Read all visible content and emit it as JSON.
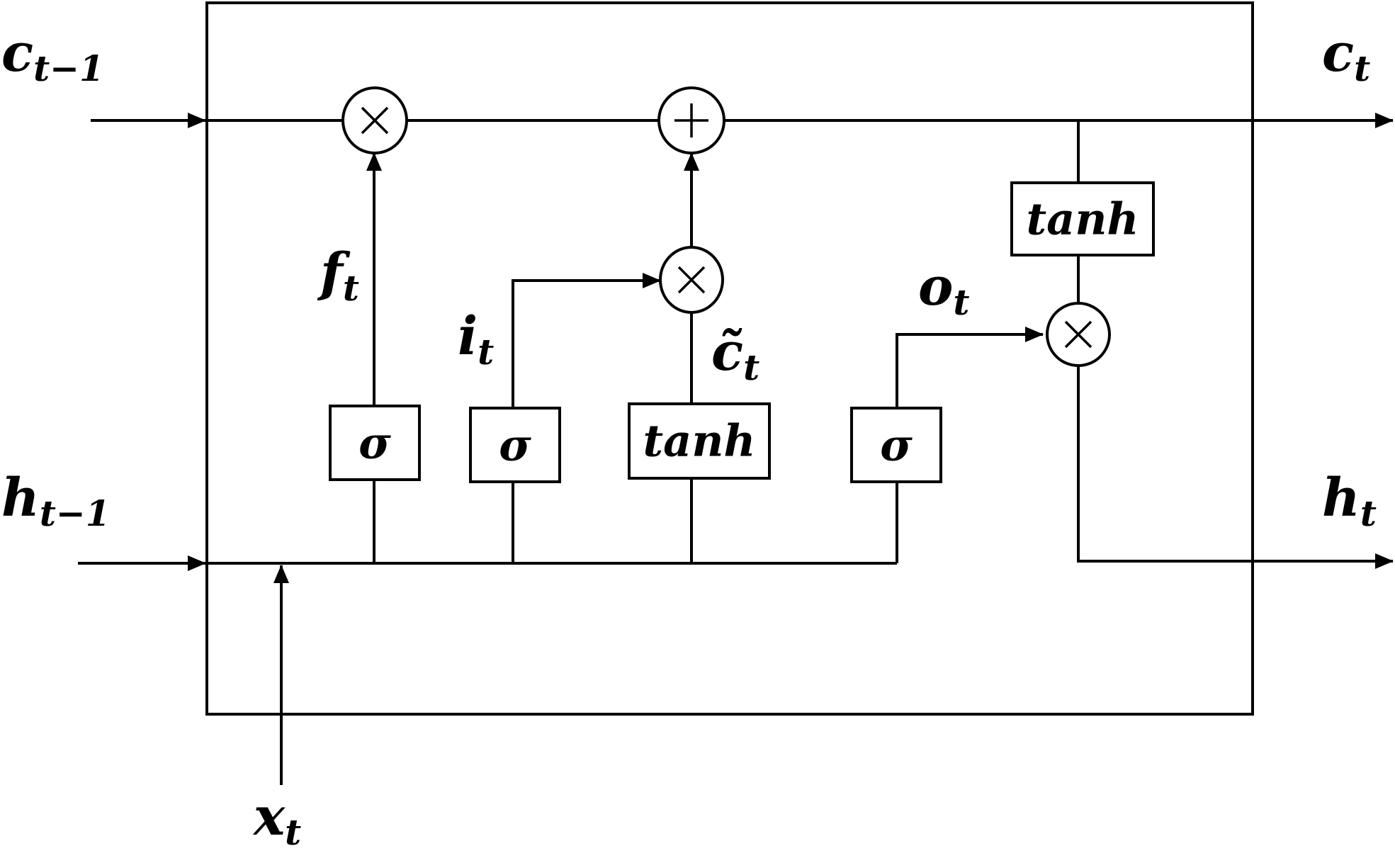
{
  "inputs": {
    "c_prev": {
      "main": "c",
      "sub": "t−1"
    },
    "h_prev": {
      "main": "h",
      "sub": "t−1"
    },
    "x": {
      "main": "x",
      "sub": "t"
    }
  },
  "outputs": {
    "c": {
      "main": "c",
      "sub": "t"
    },
    "h": {
      "main": "h",
      "sub": "t"
    }
  },
  "gate_labels": {
    "forget": {
      "main": "f",
      "sub": "t"
    },
    "input": {
      "main": "i",
      "sub": "t"
    },
    "candidate": {
      "main": "c̃",
      "sub": "t"
    },
    "output": {
      "main": "o",
      "sub": "t"
    }
  },
  "boxes": {
    "forget_sigma": "σ",
    "input_sigma": "σ",
    "candidate_tanh": "tanh",
    "output_sigma": "σ",
    "cell_tanh": "tanh"
  },
  "operators": {
    "forget_mult": "multiply",
    "cell_add": "add",
    "input_mult": "multiply",
    "output_mult": "multiply"
  }
}
